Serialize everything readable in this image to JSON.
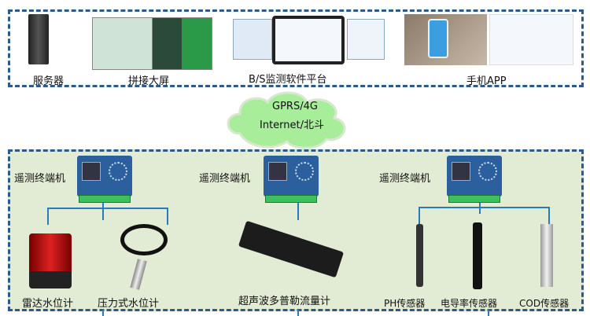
{
  "top": {
    "items": [
      {
        "label": "服务器",
        "icon": "server-icon"
      },
      {
        "label": "拼接大屏",
        "icon": "video-wall-icon"
      },
      {
        "label": "B/S监测软件平台",
        "icon": "software-platform-icon"
      },
      {
        "label": "手机APP",
        "icon": "mobile-app-icon"
      }
    ]
  },
  "network": {
    "line1": "GPRS/4G",
    "line2": "Internet/北斗"
  },
  "terminals": [
    {
      "label": "遥测终端机"
    },
    {
      "label": "遥测终端机"
    },
    {
      "label": "遥测终端机"
    }
  ],
  "sensors": [
    {
      "label": "雷达水位计"
    },
    {
      "label": "压力式水位计"
    },
    {
      "label": "超声波多普勒流量计"
    },
    {
      "label": "PH传感器"
    },
    {
      "label": "电导率传感器"
    },
    {
      "label": "COD传感器"
    }
  ],
  "colors": {
    "border": "#2e5a8a",
    "line": "#2b7bb9",
    "cloud": "#a8ee9a",
    "panel": "#e2ebd3"
  }
}
